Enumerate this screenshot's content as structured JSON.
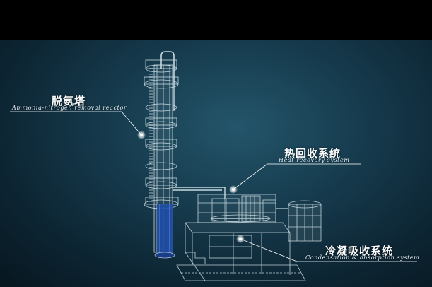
{
  "labels": {
    "tower": {
      "zh": "脱氨塔",
      "en": "Ammonia-nitrogen removal reactor"
    },
    "heat": {
      "zh": "热回收系统",
      "en": "Heat recovery system"
    },
    "condense": {
      "zh": "冷凝吸收系统",
      "en": "Condensation & absorption system"
    }
  },
  "colors": {
    "wire": "#dbe9ee",
    "blue_base": "#1f4ea8",
    "line": "#ffffff"
  }
}
